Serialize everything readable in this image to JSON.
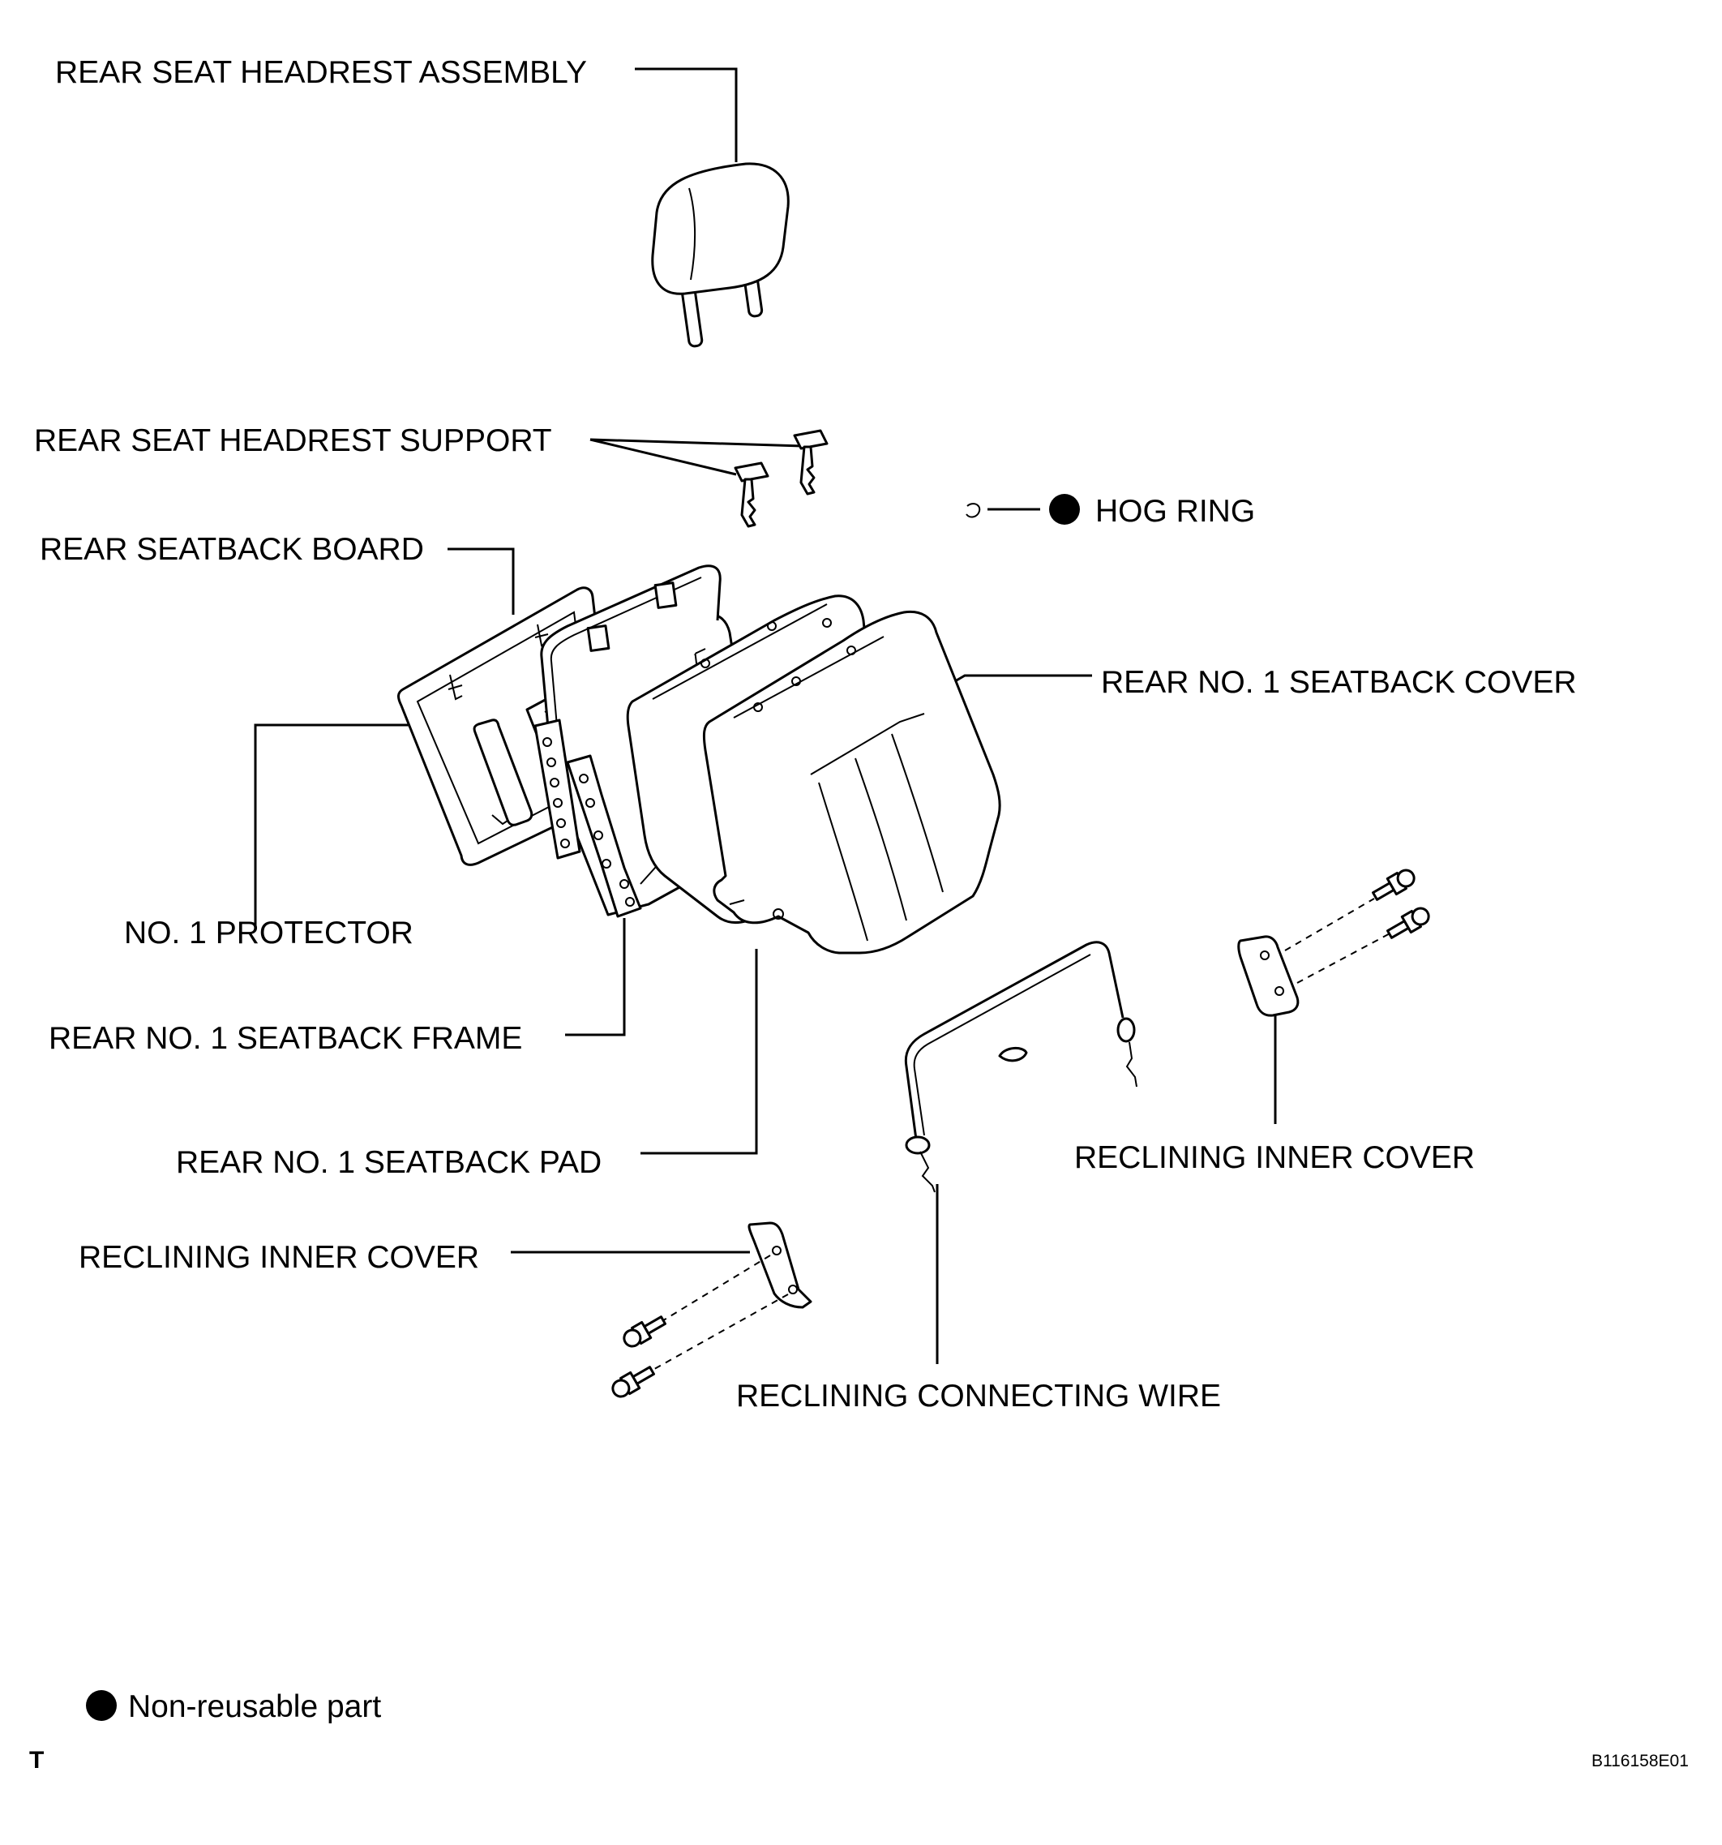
{
  "labels": {
    "headrest_assembly": "REAR SEAT HEADREST ASSEMBLY",
    "headrest_support": "REAR SEAT HEADREST SUPPORT",
    "hog_ring": "HOG RING",
    "seatback_board": "REAR SEATBACK BOARD",
    "seatback_cover": "REAR NO. 1 SEATBACK COVER",
    "protector": "NO. 1 PROTECTOR",
    "seatback_frame": "REAR NO. 1 SEATBACK FRAME",
    "seatback_pad": "REAR NO. 1 SEATBACK PAD",
    "reclining_inner_cover_right": "RECLINING INNER COVER",
    "reclining_inner_cover_left": "RECLINING INNER COVER",
    "reclining_connecting_wire": "RECLINING CONNECTING WIRE"
  },
  "legend": {
    "non_reusable": "Non-reusable part"
  },
  "footer": {
    "corner_mark": "T",
    "figure_code": "B116158E01"
  },
  "icons": {
    "non_reusable_marker": "filled-circle-icon",
    "hog_ring": "hog-ring-icon"
  },
  "colors": {
    "ink": "#000000",
    "paper": "#ffffff"
  }
}
